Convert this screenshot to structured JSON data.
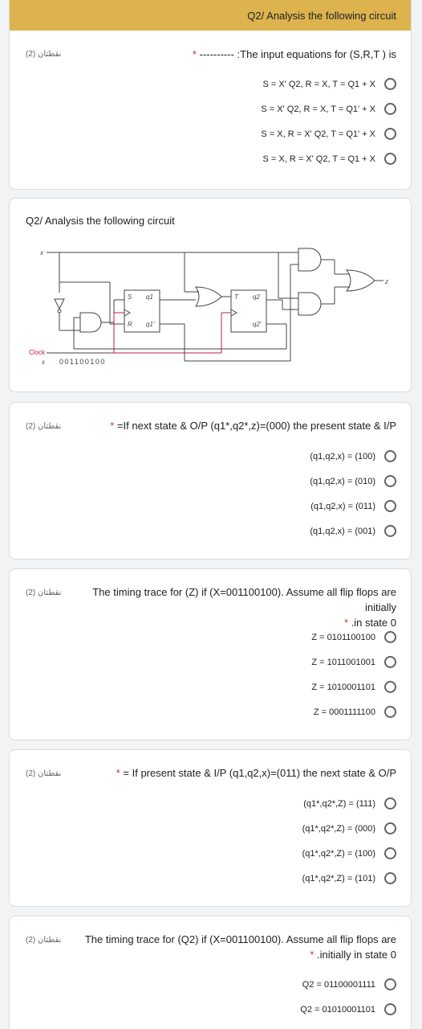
{
  "header": {
    "title": "Q2/ Analysis the following circuit"
  },
  "points_label": "نقطتان (2)",
  "q1": {
    "text": ":The input equations for (S,R,T ) is",
    "dashes": "----------",
    "required_mark": "*",
    "options": [
      "S = X' Q2, R = X, T = Q1 + X",
      "S = X' Q2, R = X, T = Q1' + X",
      "S = X, R = X' Q2, T = Q1' + X",
      "S = X, R = X' Q2, T = Q1 + X"
    ]
  },
  "circuit_section": {
    "title": "Q2/ Analysis the following circuit",
    "diagram": {
      "x_label": "x",
      "z_label": "z",
      "clock_label": "Clock",
      "x_sequence_label": "x",
      "x_sequence": "001100100",
      "ff1": {
        "s": "S",
        "r": "R",
        "q": "q1",
        "qbar": "q1'"
      },
      "ff2": {
        "t": "T",
        "q": "q2",
        "qbar": "q2'"
      }
    }
  },
  "q2": {
    "text": "=If next state & O/P (q1*,q2*,z)=(000) the present state & I/P",
    "required_mark": "*",
    "options": [
      "(q1,q2,x) = (100)",
      "(q1,q2,x) = (010)",
      "(q1,q2,x) = (011)",
      "(q1,q2,x) = (001)"
    ]
  },
  "q3": {
    "line1": "The timing trace for (Z) if (X=001100100). Assume all flip flops are initially",
    "line2": ".in state 0",
    "required_mark": "*",
    "options": [
      "Z = 0101100100",
      "Z = 1011001001",
      "Z = 1010001101",
      "Z = 0001111100"
    ]
  },
  "q4": {
    "text": "= If present state & I/P (q1,q2,x)=(011) the next state & O/P",
    "required_mark": "*",
    "options": [
      "(q1*,q2*,Z) = (111)",
      "(q1*,q2*,Z) = (000)",
      "(q1*,q2*,Z) = (100)",
      "(q1*,q2*,Z) = (101)"
    ]
  },
  "q5": {
    "line1": "The timing trace for (Q2) if (X=001100100). Assume all flip flops are",
    "line2": ".initially in state 0",
    "required_mark": "*",
    "options": [
      "Q2 = 01100001111",
      "Q2 = 01010001101"
    ]
  }
}
